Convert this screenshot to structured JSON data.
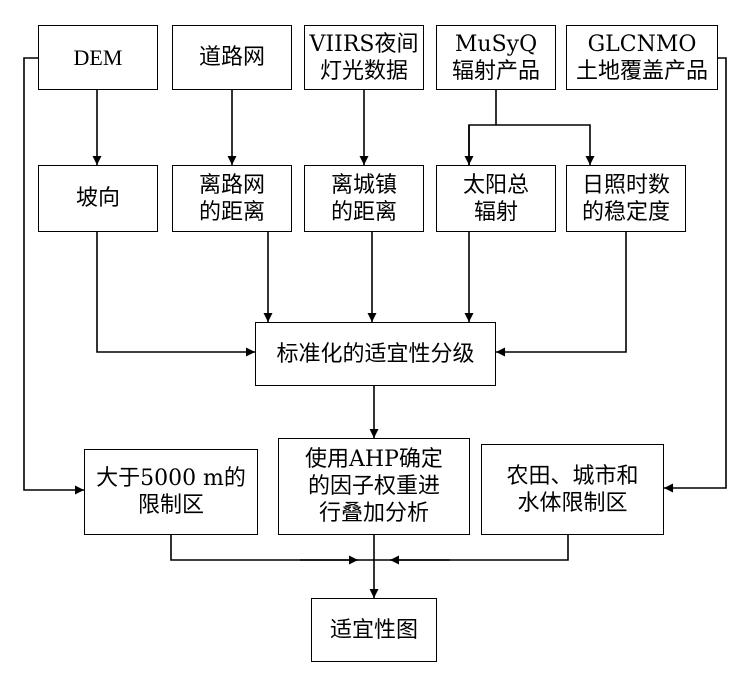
{
  "diagram": {
    "sources": {
      "dem": "DEM",
      "road": "道路网",
      "viirs": "VIIRS夜间\n灯光数据",
      "musyq": "MuSyQ\n辐射产品",
      "glcnmo": "GLCNMO\n土地覆盖产品"
    },
    "factors": {
      "aspect": "坡向",
      "road_distance": "离路网\n的距离",
      "town_distance": "离城镇\n的距离",
      "solar_radiation": "太阳总\n辐射",
      "sunshine_stability": "日照时数\n的稳定度"
    },
    "standardize": "标准化的适宜性分级",
    "constraints": {
      "elevation": "大于5000 m的\n限制区",
      "ahp": "使用AHP确定\n的因子权重进\n行叠加分析",
      "landcover": "农田、城市和\n水体限制区"
    },
    "result": "适宜性图"
  }
}
